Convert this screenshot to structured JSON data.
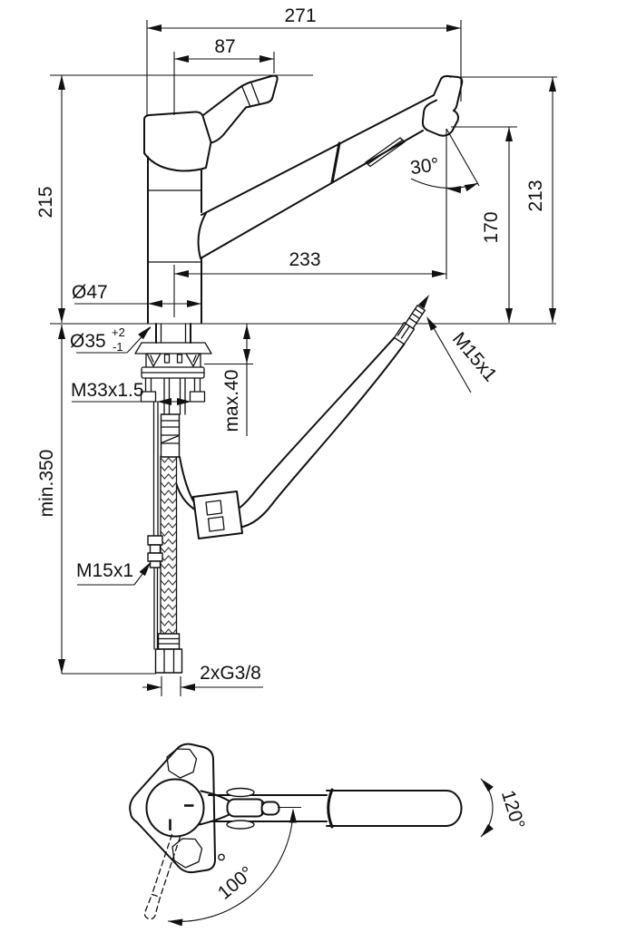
{
  "drawing": {
    "side_view": {
      "dims": {
        "width_271": "271",
        "handle_87": "87",
        "height_215": "215",
        "height_213": "213",
        "height_170": "170",
        "angle_30": "30°",
        "reach_233": "233",
        "dia_47": "Ø47",
        "dia_35": "Ø35",
        "dia_35_tol_plus": "+2",
        "dia_35_tol_minus": "-1",
        "thread_m33": "M33x1.5",
        "deck_max_40": "max.40",
        "hose_min_350": "min.350",
        "thread_m15_hose": "M15x1",
        "thread_m15_spray": "M15x1",
        "supply_g38": "2xG3/8"
      }
    },
    "plan_view": {
      "dims": {
        "swivel_120": "120°",
        "handle_100": "100°"
      }
    }
  }
}
